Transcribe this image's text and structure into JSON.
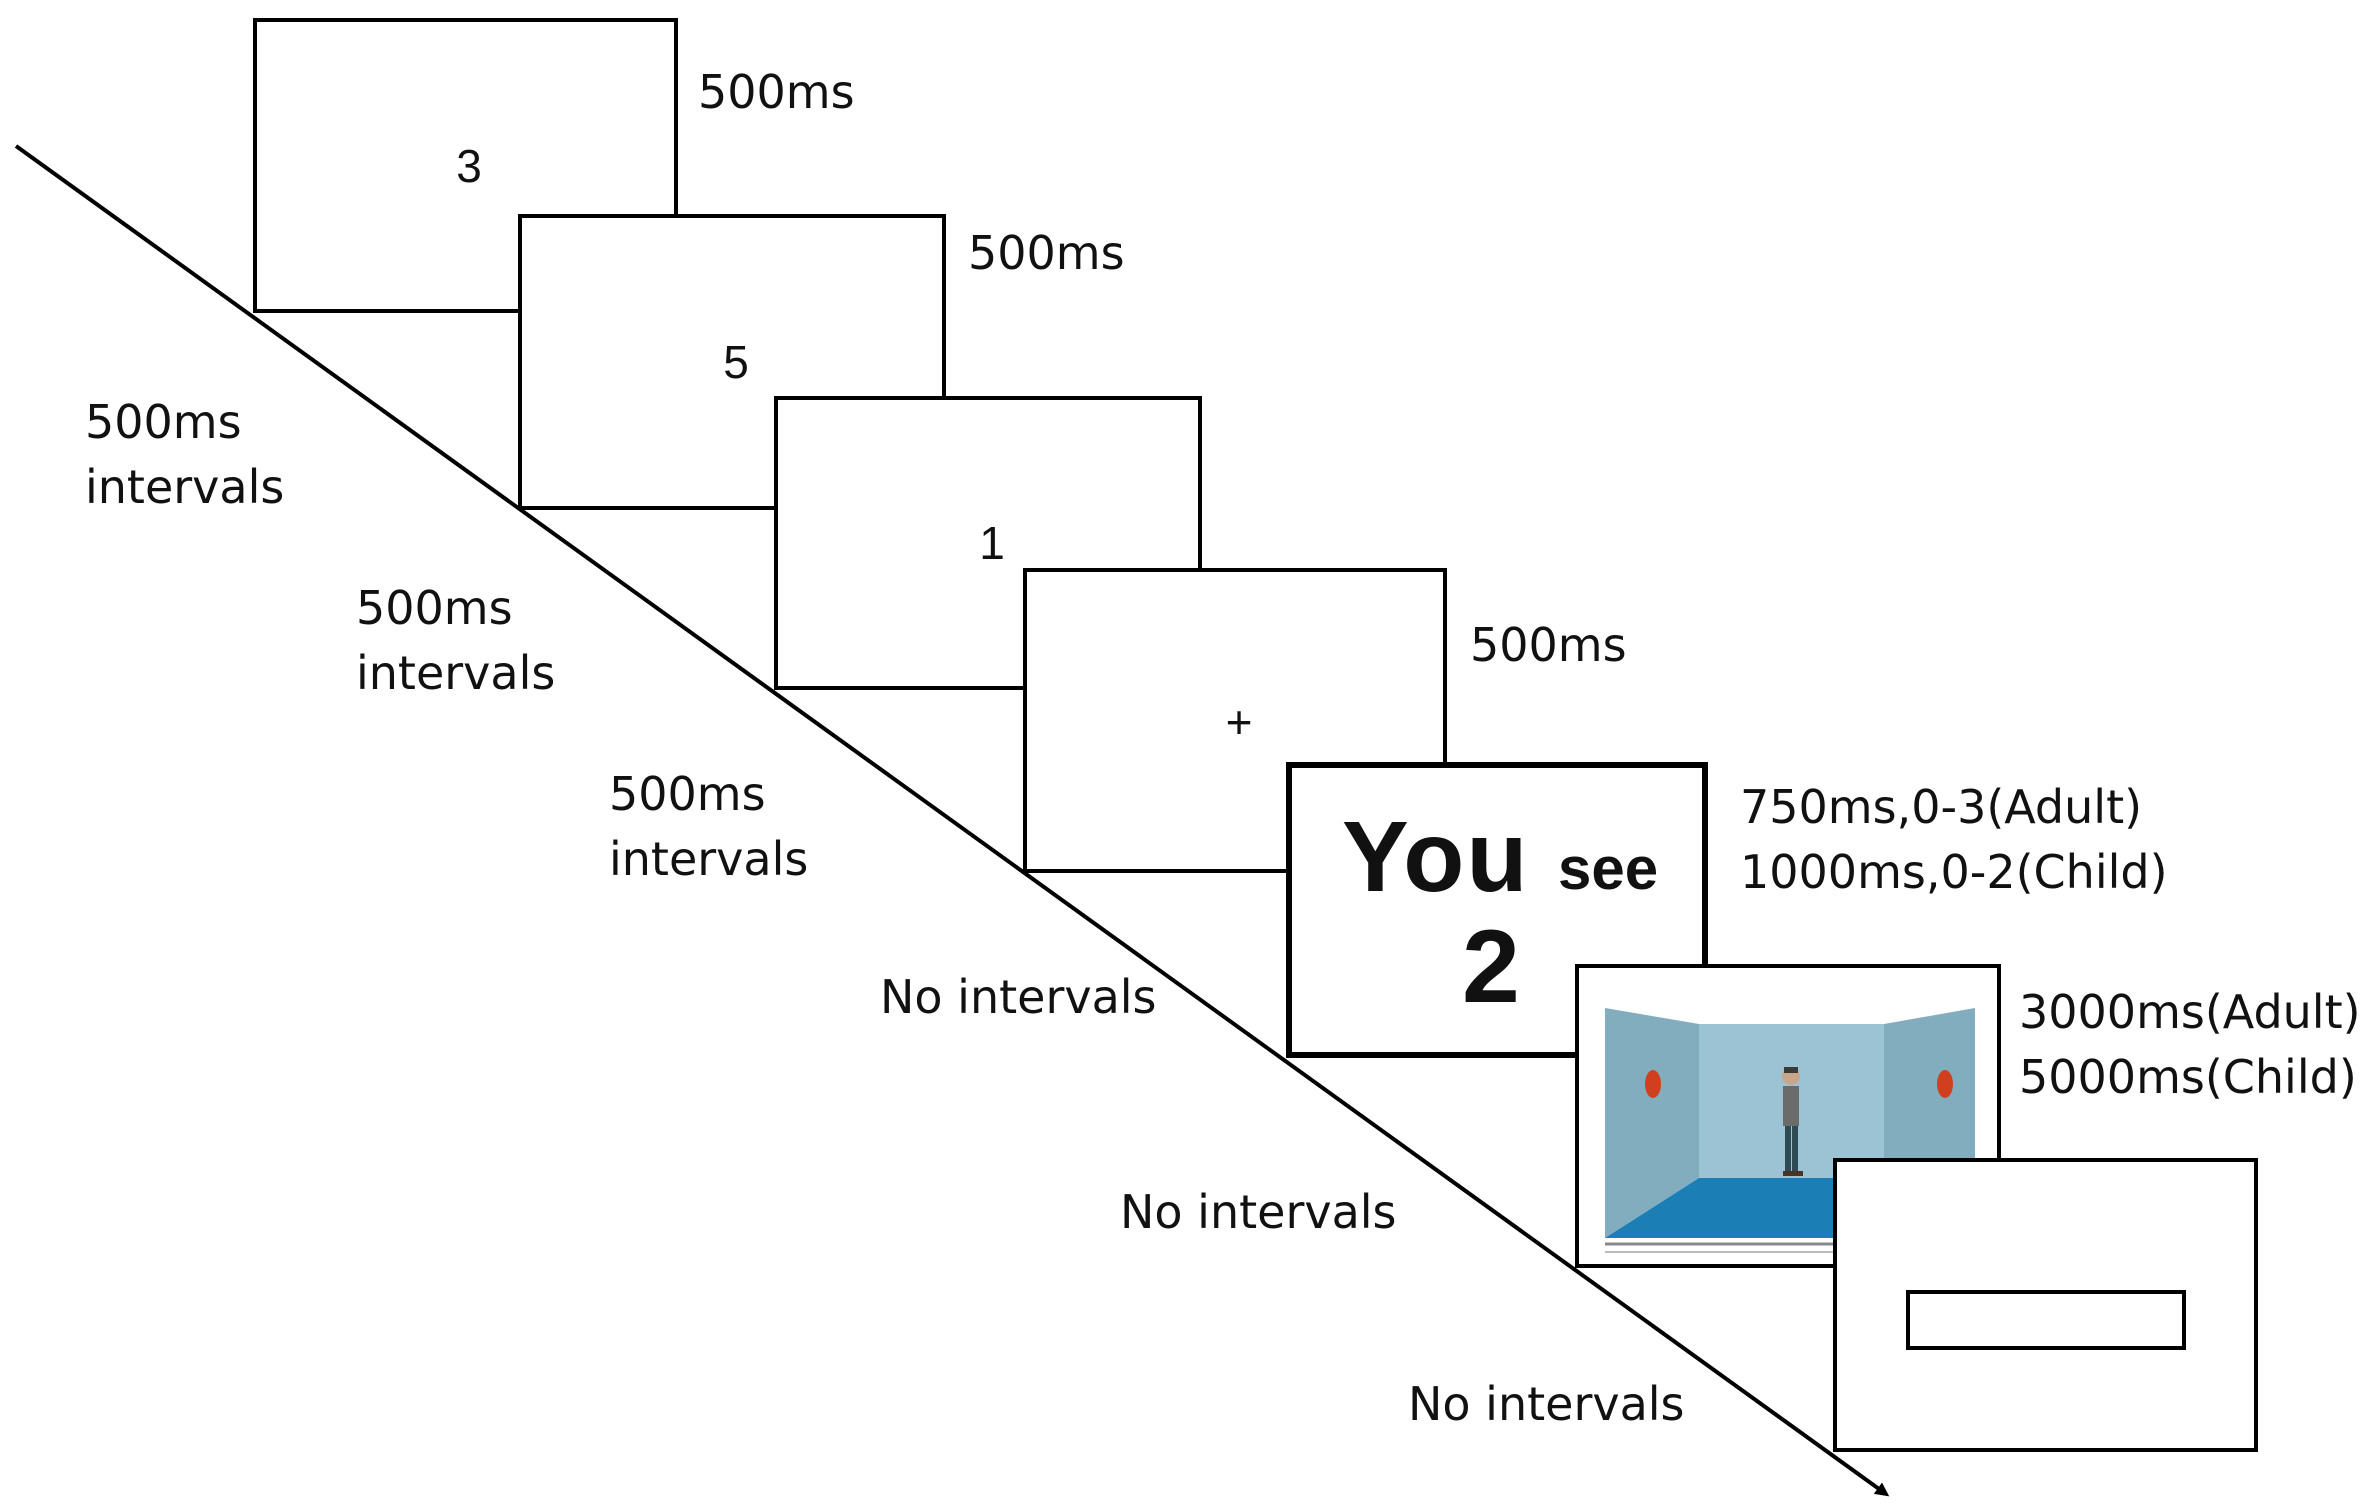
{
  "screens": {
    "digit_1": "3",
    "digit_2": "5",
    "digit_3": "1",
    "fixation": "+",
    "cue_you": "You",
    "cue_see": "see",
    "cue_number": "2"
  },
  "durations": {
    "digit_1": "500ms",
    "digit_2": "500ms",
    "fixation": "500ms",
    "cue_line1": "750ms,0-3(Adult)",
    "cue_line2": "1000ms,0-2(Child)",
    "scene_line1": "3000ms(Adult)",
    "scene_line2": "5000ms(Child)"
  },
  "intervals": [
    {
      "line1": "500ms",
      "line2": "intervals"
    },
    {
      "line1": "500ms",
      "line2": "intervals"
    },
    {
      "line1": "500ms",
      "line2": "intervals"
    },
    {
      "line1": "No intervals"
    },
    {
      "line1": "No intervals"
    },
    {
      "line1": "No intervals"
    }
  ],
  "colors": {
    "room_wall": "#93bccd",
    "room_wall_dark": "#82adbf",
    "room_floor": "#1b7fb5",
    "room_dot": "#d0401e"
  }
}
